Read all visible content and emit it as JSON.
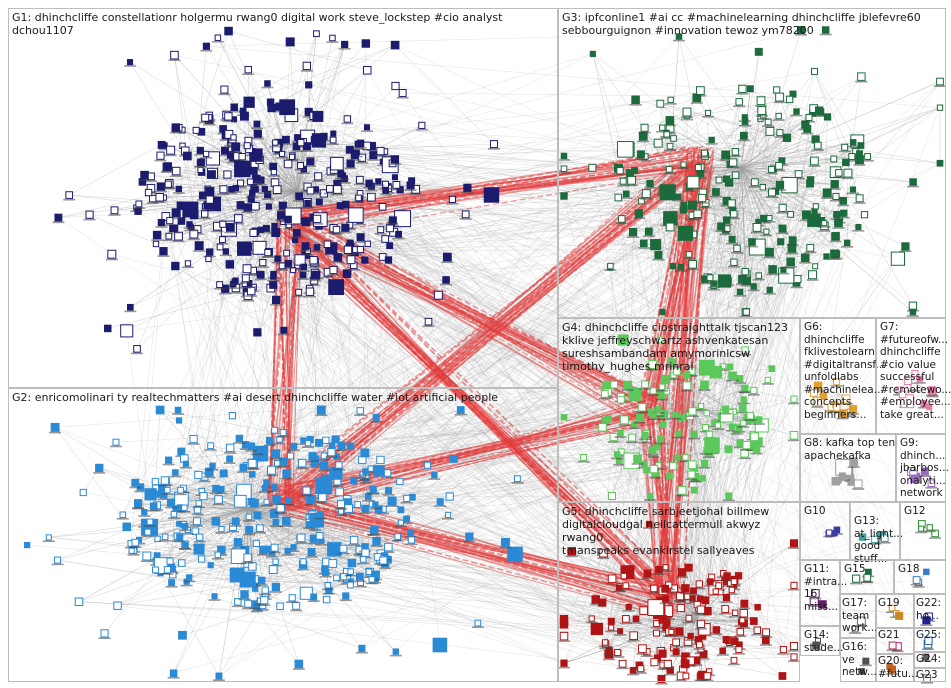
{
  "groups": [
    {
      "id": "g1",
      "label": "G1: dhinchcliffe constellationr holgermu rwang0 digital work steve_lockstep #cio analyst dchou1107",
      "color": "#1c1c6e"
    },
    {
      "id": "g2",
      "label": "G2: enricomolinari ty realtechmatters #ai desert dhinchcliffe water #iot artificial people",
      "color": "#2b8ad6"
    },
    {
      "id": "g3",
      "label": "G3: ipfconline1 #ai cc #machinelearning dhinchcliffe jblefevre60\nsebbourguignon #innovation tewoz ym78200",
      "color": "#1c6b3c"
    },
    {
      "id": "g4",
      "label": "G4: dhinchcliffe ciostraighttalk tjscan123\nkklive jeffreyschwartz ashvenkatesan\nsureshsambandam amymorinlcsw\ntimothy_hughes mrinrai",
      "color": "#5ac85a"
    },
    {
      "id": "g5",
      "label": "G5: dhinchcliffe sarbjeetjohal billmew\ndigitalcloudgal neilcattermull akwyz rwang0\ntmanspeaks evankirstel sallyeaves",
      "color": "#b01414"
    },
    {
      "id": "g6",
      "label": "G6:\ndhinchcliffe\nfklivestolearn\n#digitaltransf...\nunfoldlabs\n#machinelea...\nconcepts\nbeginners...",
      "color": "#e0a030"
    },
    {
      "id": "g7",
      "label": "G7:\n#futureofw...\ndhinchcliffe\n#cio value\nsuccessful\n#remotewo...\n#employee...\ntake great...",
      "color": "#e87aa8"
    },
    {
      "id": "g8",
      "label": "G8: kafka top ten\napachekafka",
      "color": "#a0a0a0"
    },
    {
      "id": "g9",
      "label": "G9:\ndhinch...\njbarbos...\nonalyti...\nnetwork",
      "color": "#9a6bbf"
    },
    {
      "id": "g10",
      "label": "G10",
      "color": "#3a3aa8"
    },
    {
      "id": "g13",
      "label": "G13:\nat_light...\ngood\nstuff...",
      "color": "#40a0a0"
    },
    {
      "id": "g12",
      "label": "G12",
      "color": "#2a8a2a"
    },
    {
      "id": "g11",
      "label": "G11:\n#intra...\n16\nmiss...",
      "color": "#6a1a6a"
    },
    {
      "id": "g15",
      "label": "G15",
      "color": "#1c6b3c"
    },
    {
      "id": "g18",
      "label": "G18",
      "color": "#3a7ac8"
    },
    {
      "id": "g17",
      "label": "G17:\nteam\nwork...",
      "color": "#707070"
    },
    {
      "id": "g19",
      "label": "G19",
      "color": "#c88a20"
    },
    {
      "id": "g22",
      "label": "G22:\nho...",
      "color": "#2020a0"
    },
    {
      "id": "g14",
      "label": "G14:\nstude...",
      "color": "#505050"
    },
    {
      "id": "g16",
      "label": "G16:\nve\nnetw...",
      "color": "#505050"
    },
    {
      "id": "g21",
      "label": "G21",
      "color": "#c02060"
    },
    {
      "id": "g25",
      "label": "G25:",
      "color": "#2060a0"
    },
    {
      "id": "g24",
      "label": "G24:",
      "color": "#606060"
    },
    {
      "id": "g20",
      "label": "G20:\n#futu...",
      "color": "#c06020"
    },
    {
      "id": "g23",
      "label": "G23",
      "color": "#606060"
    }
  ],
  "edge_colors": {
    "gray": "#9e9e9e",
    "red": "#e23c3c"
  }
}
